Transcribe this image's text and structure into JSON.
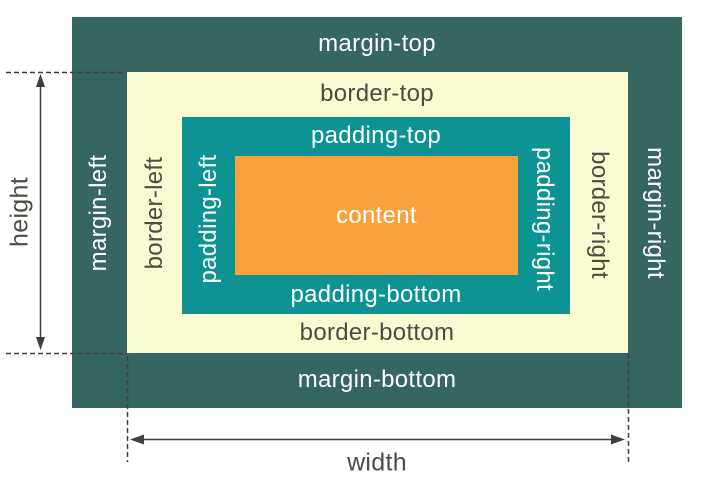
{
  "labels": {
    "margin_top": "margin-top",
    "margin_bottom": "margin-bottom",
    "margin_left": "margin-left",
    "margin_right": "margin-right",
    "border_top": "border-top",
    "border_bottom": "border-bottom",
    "border_left": "border-left",
    "border_right": "border-right",
    "padding_top": "padding-top",
    "padding_bottom": "padding-bottom",
    "padding_left": "padding-left",
    "padding_right": "padding-right",
    "content": "content",
    "height": "height",
    "width": "width"
  },
  "colors": {
    "page_bg": "#FFFFFF",
    "margin_bg": "#35665F",
    "border_bg": "#FBFBD1",
    "padding_bg": "#0D9394",
    "content_bg": "#F9A13C",
    "light_text": "#FFFFFF",
    "dark_text": "#4C4B44",
    "line": "#3F3F3F"
  }
}
